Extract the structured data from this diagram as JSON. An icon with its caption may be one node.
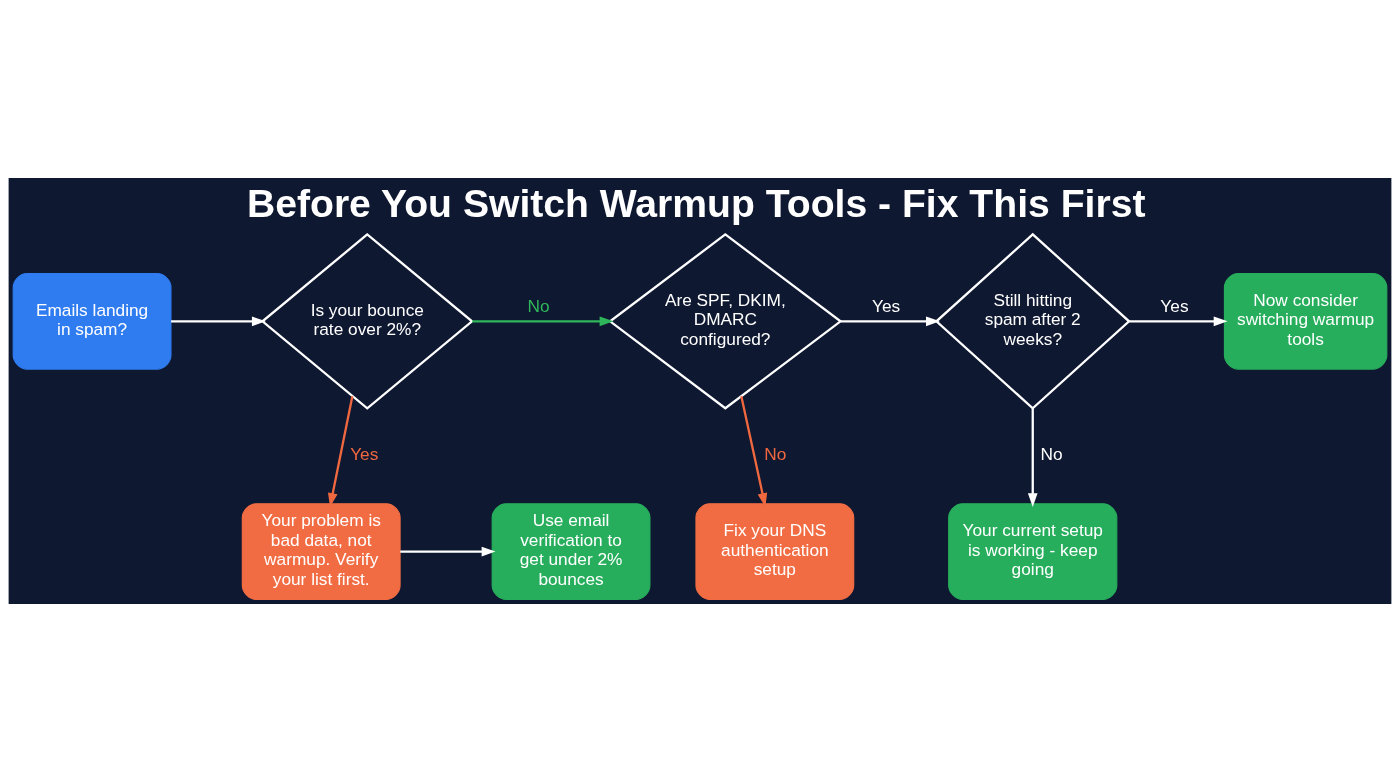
{
  "diagram": {
    "title": "Before You Switch Warmup Tools - Fix This First",
    "nodes": [
      {
        "text": [
          "Emails landing in spam?"
        ]
      },
      {
        "text": [
          "Is your bounce rate over 2%?"
        ]
      },
      {
        "text": [
          "Are SPF, DKIM, DMARC configured?"
        ]
      },
      {
        "text": [
          "Still hitting spam after 2 weeks?"
        ]
      },
      {
        "text": [
          "Now consider switching warmup tools"
        ]
      },
      {
        "text": [
          "Fix your DNS authentication setup"
        ]
      },
      {
        "text": [
          "Your problem is bad data, not warmup. Verify your list first."
        ]
      },
      {
        "text": [
          "Use email verification to get under 2% bounces"
        ]
      },
      {
        "text": [
          "Your current setup is working - keep going"
        ]
      }
    ],
    "edges": [
      {
        "from": 0,
        "to": 1,
        "arrow": "to"
      },
      {
        "from": 1,
        "to": 2,
        "arrow": "to",
        "label": "No",
        "color": "#2fb65a"
      },
      {
        "from": 2,
        "to": 3,
        "arrow": "to",
        "label": "Yes"
      },
      {
        "from": 3,
        "to": 4,
        "arrow": "to",
        "label": "Yes"
      },
      {
        "from": 2,
        "to": 5,
        "arrow": "to",
        "label": "No",
        "color": "#f0683f"
      },
      {
        "from": 1,
        "to": 6,
        "arrow": "to",
        "label": "Yes",
        "color": "#f0683f"
      },
      {
        "from": 6,
        "to": 7,
        "arrow": "to"
      },
      {
        "from": 3,
        "to": 8,
        "arrow": "to",
        "label": "No"
      }
    ]
  }
}
